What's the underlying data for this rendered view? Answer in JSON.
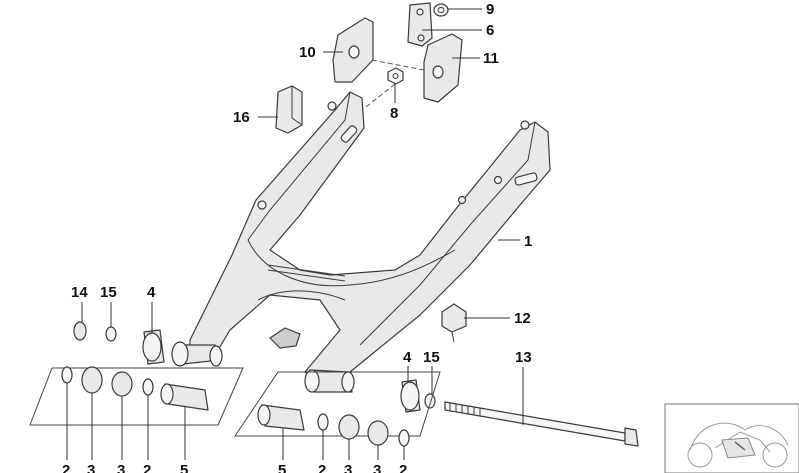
{
  "callouts": {
    "c1": "1",
    "c2a": "2",
    "c2b": "2",
    "c2c": "2",
    "c2d": "2",
    "c3a": "3",
    "c3b": "3",
    "c3c": "3",
    "c3d": "3",
    "c4a": "4",
    "c4b": "4",
    "c5a": "5",
    "c5b": "5",
    "c6": "6",
    "c8": "8",
    "c9": "9",
    "c10": "10",
    "c11": "11",
    "c12": "12",
    "c13": "13",
    "c14": "14",
    "c15a": "15",
    "c15b": "15",
    "c16": "16"
  },
  "colors": {
    "line": "#3a3a3a",
    "fill": "#e9e9e9",
    "label": "#111111"
  }
}
